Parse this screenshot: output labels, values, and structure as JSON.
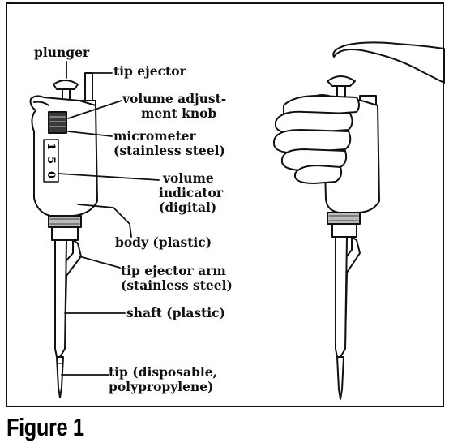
{
  "figure": {
    "caption": "Figure 1",
    "labels": {
      "plunger": "plunger",
      "tip_ejector": "tip ejector",
      "volume_knob_1": "volume adjust-",
      "volume_knob_2": "ment knob",
      "micrometer_1": "micrometer",
      "micrometer_2": "(stainless steel)",
      "volume_indicator_1": "volume",
      "volume_indicator_2": "indicator",
      "volume_indicator_3": "(digital)",
      "body": "body (plastic)",
      "tip_ejector_arm_1": "tip ejector arm",
      "tip_ejector_arm_2": "(stainless steel)",
      "shaft": "shaft (plastic)",
      "tip_1": "tip (disposable,",
      "tip_2": "polypropylene)"
    },
    "volume_digits": [
      "1",
      "5",
      "0"
    ]
  }
}
